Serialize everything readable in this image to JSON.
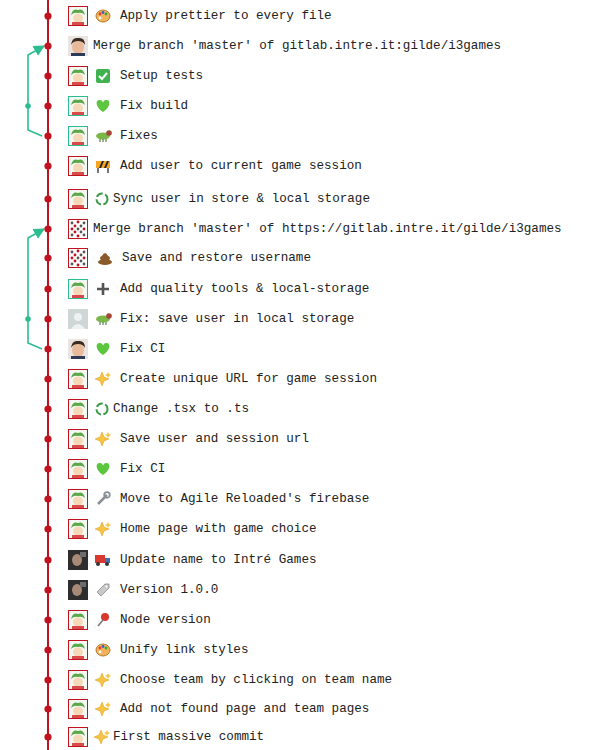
{
  "diagram": {
    "nodes": [
      {
        "text": [
          "Apply prettier to every file"
        ]
      },
      {
        "text": [
          "Merge branch 'master' of gitlab.intre.it:gilde/i3games"
        ]
      },
      {
        "text": [
          "Setup tests"
        ]
      },
      {
        "text": [
          "Fix build"
        ]
      },
      {
        "text": [
          "Fixes"
        ]
      },
      {
        "text": [
          "Add user to current game session"
        ]
      },
      {
        "text": [
          "Sync user in store & local storage"
        ]
      },
      {
        "text": [
          "Merge branch 'master' of https://gitlab.intre.it/gilde/i3games"
        ]
      },
      {
        "text": [
          "Save and restore username"
        ]
      },
      {
        "text": [
          "Add quality tools & local-storage"
        ]
      },
      {
        "text": [
          "Fix: save user in local storage"
        ]
      },
      {
        "text": [
          "Fix CI"
        ]
      },
      {
        "text": [
          "Create unique URL for game session"
        ]
      },
      {
        "text": [
          "Change .tsx to .ts"
        ]
      },
      {
        "text": [
          "Save user and session url"
        ]
      },
      {
        "text": [
          "Fix CI"
        ]
      },
      {
        "text": [
          "Move to Agile Reloaded's firebase"
        ]
      },
      {
        "text": [
          "Home page with game choice"
        ]
      },
      {
        "text": [
          "Update name to Intré Games"
        ]
      },
      {
        "text": [
          "Version 1.0.0"
        ]
      },
      {
        "text": [
          "Node version"
        ]
      },
      {
        "text": [
          "Unify link styles"
        ]
      },
      {
        "text": [
          "Choose team by clicking on team name"
        ]
      },
      {
        "text": [
          "Add not found page and team pages"
        ]
      },
      {
        "text": [
          "First massive commit"
        ]
      }
    ],
    "edges": [
      {
        "from": 1,
        "to": 0,
        "arrow": "none"
      },
      {
        "from": 2,
        "to": 1,
        "arrow": "none"
      },
      {
        "from": 3,
        "to": 2,
        "arrow": "none"
      },
      {
        "from": 4,
        "to": 3,
        "arrow": "none"
      },
      {
        "from": 5,
        "to": 4,
        "arrow": "none"
      },
      {
        "from": 6,
        "to": 5,
        "arrow": "none"
      },
      {
        "from": 7,
        "to": 6,
        "arrow": "none"
      },
      {
        "from": 8,
        "to": 7,
        "arrow": "none"
      },
      {
        "from": 9,
        "to": 8,
        "arrow": "none"
      },
      {
        "from": 10,
        "to": 9,
        "arrow": "none"
      },
      {
        "from": 11,
        "to": 10,
        "arrow": "none"
      },
      {
        "from": 12,
        "to": 11,
        "arrow": "none"
      },
      {
        "from": 13,
        "to": 12,
        "arrow": "none"
      },
      {
        "from": 14,
        "to": 13,
        "arrow": "none"
      },
      {
        "from": 15,
        "to": 14,
        "arrow": "none"
      },
      {
        "from": 16,
        "to": 15,
        "arrow": "none"
      },
      {
        "from": 17,
        "to": 16,
        "arrow": "none"
      },
      {
        "from": 18,
        "to": 17,
        "arrow": "none"
      },
      {
        "from": 19,
        "to": 18,
        "arrow": "none"
      },
      {
        "from": 20,
        "to": 19,
        "arrow": "none"
      },
      {
        "from": 21,
        "to": 20,
        "arrow": "none"
      },
      {
        "from": 22,
        "to": 21,
        "arrow": "none"
      },
      {
        "from": 23,
        "to": 22,
        "arrow": "none"
      },
      {
        "from": 24,
        "to": 23,
        "arrow": "none"
      },
      {
        "from": 4,
        "to": 1,
        "arrow": "to"
      },
      {
        "from": 11,
        "to": 7,
        "arrow": "to"
      }
    ]
  }
}
